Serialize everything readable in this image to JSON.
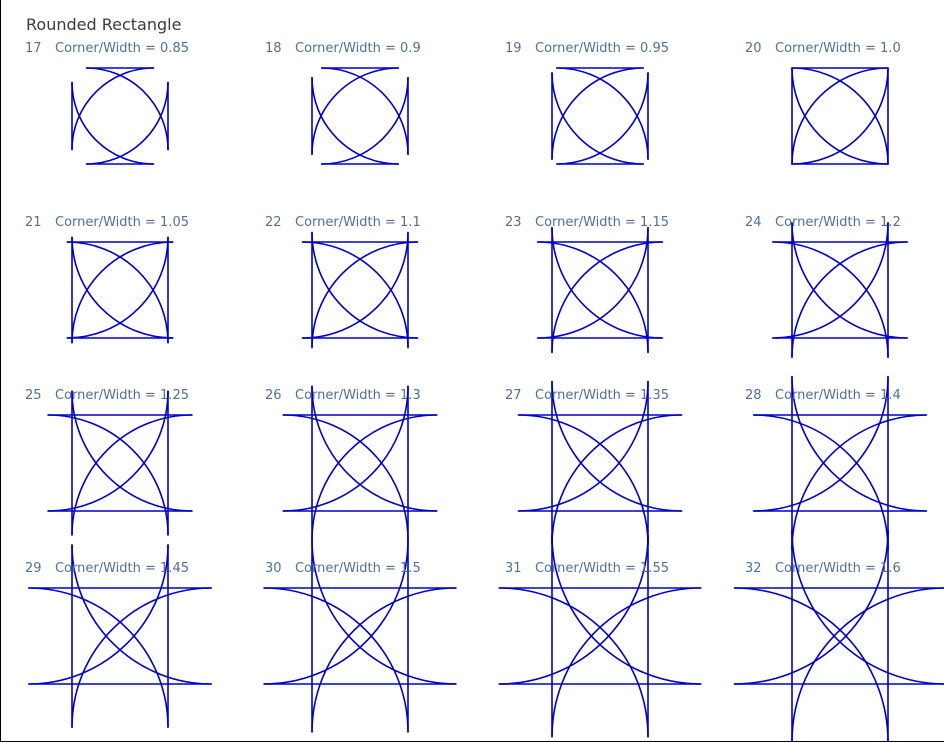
{
  "page": {
    "title": "Rounded Rectangle"
  },
  "style": {
    "line_color": "#0000cc",
    "label_color": "#50709a",
    "title_color": "#3c3c3c",
    "frame_color": "#000000"
  },
  "cells": [
    {
      "num": "17",
      "label": "Corner/Width = 0.85",
      "ratio": 0.85
    },
    {
      "num": "18",
      "label": "Corner/Width = 0.9",
      "ratio": 0.9
    },
    {
      "num": "19",
      "label": "Corner/Width = 0.95",
      "ratio": 0.95
    },
    {
      "num": "20",
      "label": "Corner/Width = 1.0",
      "ratio": 1.0
    },
    {
      "num": "21",
      "label": "Corner/Width = 1.05",
      "ratio": 1.05
    },
    {
      "num": "22",
      "label": "Corner/Width = 1.1",
      "ratio": 1.1
    },
    {
      "num": "23",
      "label": "Corner/Width = 1.15",
      "ratio": 1.15
    },
    {
      "num": "24",
      "label": "Corner/Width = 1.2",
      "ratio": 1.2
    },
    {
      "num": "25",
      "label": "Corner/Width = 1.25",
      "ratio": 1.25
    },
    {
      "num": "26",
      "label": "Corner/Width = 1.3",
      "ratio": 1.3
    },
    {
      "num": "27",
      "label": "Corner/Width = 1.35",
      "ratio": 1.35
    },
    {
      "num": "28",
      "label": "Corner/Width = 1.4",
      "ratio": 1.4
    },
    {
      "num": "29",
      "label": "Corner/Width = 1.45",
      "ratio": 1.45
    },
    {
      "num": "30",
      "label": "Corner/Width = 1.5",
      "ratio": 1.5
    },
    {
      "num": "31",
      "label": "Corner/Width = 1.55",
      "ratio": 1.55
    },
    {
      "num": "32",
      "label": "Corner/Width = 1.6",
      "ratio": 1.6
    }
  ]
}
